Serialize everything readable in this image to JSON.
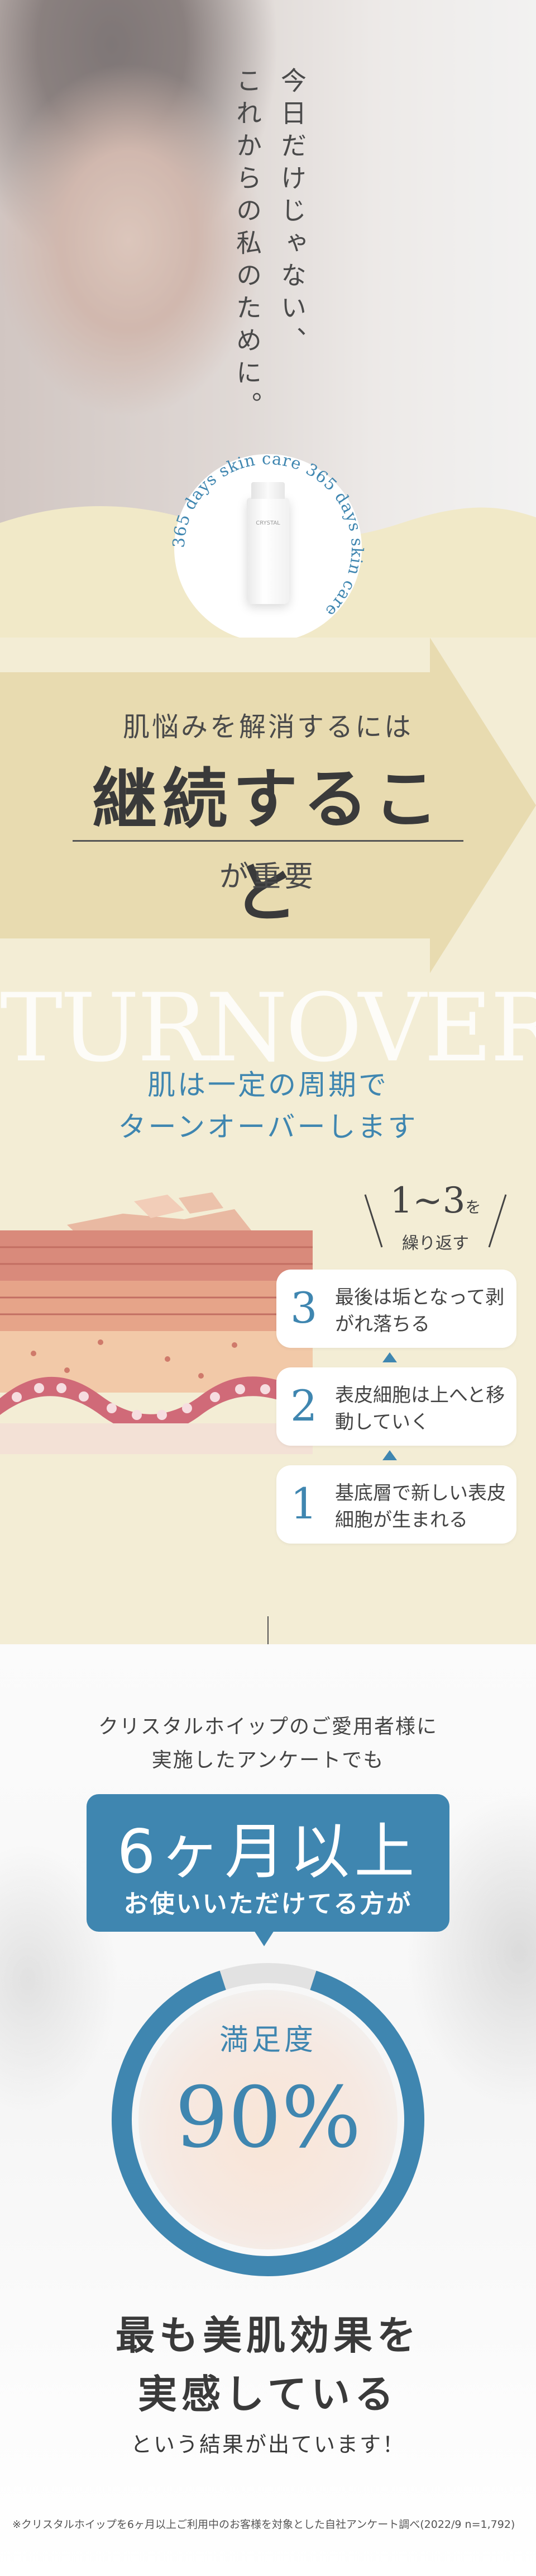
{
  "hero": {
    "line1": "今日だけじゃない、",
    "line2": "これからの私のために。",
    "ring_text": "365 days skin care 365 days skin care "
  },
  "product": {
    "label": "CRYSTAL"
  },
  "arrow": {
    "line1": "肌悩みを解消するには",
    "line2": "継続すること",
    "line3": "が重要"
  },
  "turnover": {
    "bg_word": "TURNOVER",
    "line1": "肌は一定の周期で",
    "line2": "ターンオーバーします",
    "range_num": "1~3",
    "range_unit": "を",
    "range_sub": "繰り返す",
    "steps": [
      {
        "num": "3",
        "text": "最後は垢となって剥がれ落ちる"
      },
      {
        "num": "2",
        "text": "表皮細胞は上へと移動していく"
      },
      {
        "num": "1",
        "text": "基底層で新しい表皮細胞が生まれる"
      }
    ]
  },
  "survey": {
    "intro1": "クリスタルホイップのご愛用者様に",
    "intro2": "実施したアンケートでも",
    "badge_big": "6ヶ月以上",
    "badge_sub": "お使いいただけてる方が",
    "donut_label": "満足度",
    "donut_value": "90%",
    "donut_fraction": 0.9,
    "result1": "最も美肌効果を",
    "result2": "実感している",
    "result3": "という結果が出ています！",
    "note": "※クリスタルホイップを6ヶ月以上ご利用中のお客様を対象とした自社アンケート調べ(2022/9 n=1,792)"
  },
  "colors": {
    "accent": "#3f86b0",
    "cream": "#f3edd5",
    "arrow": "#e8dbb0"
  }
}
